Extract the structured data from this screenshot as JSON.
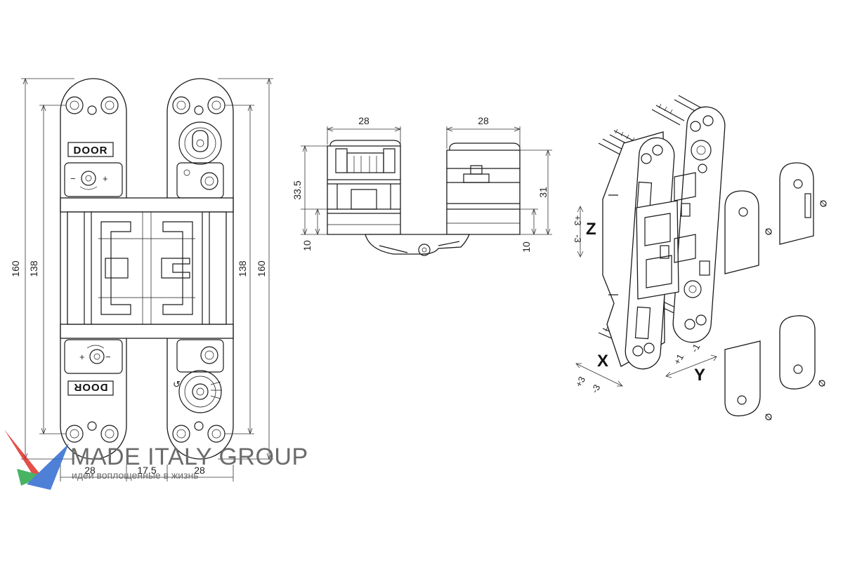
{
  "brand_label": "DOOR",
  "front_view": {
    "dim_width_left": "28",
    "dim_gap": "17.5",
    "dim_width_right": "28",
    "dim_height_outer_left": "160",
    "dim_height_inner_left": "138",
    "dim_height_inner_right": "138",
    "dim_height_outer_right": "160"
  },
  "top_view": {
    "dim_width_left": "28",
    "dim_width_right": "28",
    "dim_height_left": "33.5",
    "dim_height_right": "31",
    "dim_offset_left": "10",
    "dim_offset_right": "10"
  },
  "adjustments": {
    "z_label": "Z",
    "z_plus": "+3",
    "z_minus": "-3",
    "x_label": "X",
    "x_plus": "+3",
    "x_minus": "-3",
    "y_label": "Y",
    "y_plus": "+1",
    "y_minus": "-1"
  },
  "watermark": {
    "title": "MADE ITALY GROUP",
    "subtitle": "идеи воплощенные в жизнь",
    "colors": [
      "#e0312b",
      "#2aa64a",
      "#2f6bd0"
    ]
  }
}
